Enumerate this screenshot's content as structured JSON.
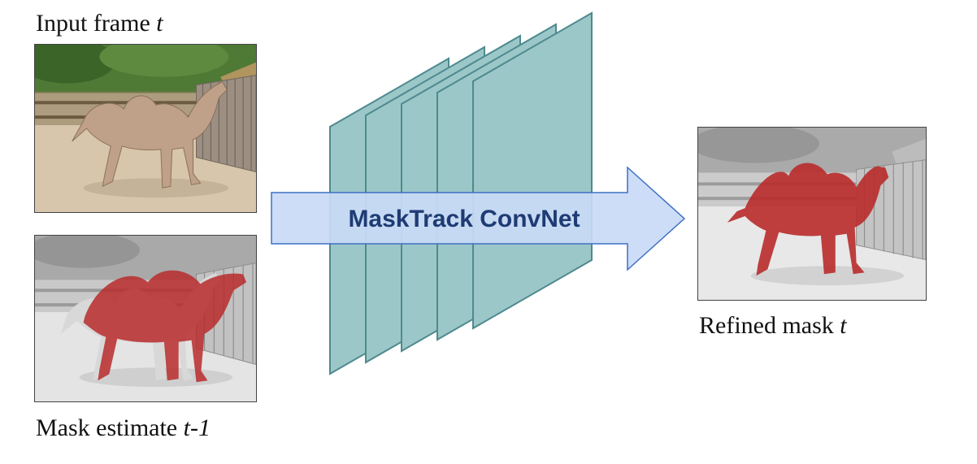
{
  "captions": {
    "input_frame": {
      "text": "Input frame ",
      "var": "t"
    },
    "mask_estimate": {
      "text": "Mask estimate ",
      "var": "t-1"
    },
    "refined_mask": {
      "text": "Refined mask ",
      "var": "t"
    }
  },
  "network": {
    "label": "MaskTrack ConvNet",
    "layer_count": 5
  },
  "colors": {
    "layer_fill": "#9cc7c8",
    "layer_stroke": "#4e8a8f",
    "arrow_fill": "#c9daf6",
    "arrow_stroke": "#3d70c4",
    "label_color": "#1f3b73",
    "mask_red": "#b92b2b",
    "sand": "#d8c8ae",
    "fence": "#8a7f74",
    "foliage": "#3e6b2c",
    "camel": "#bfa189"
  },
  "icons": {
    "input_image": "camel-photo",
    "mask_image": "camel-mask-overlay",
    "output_image": "camel-refined-mask"
  }
}
